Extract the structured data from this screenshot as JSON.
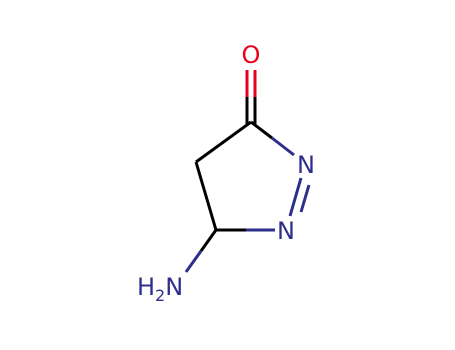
{
  "molecule": {
    "atoms": {
      "oxygen": {
        "element": "O"
      },
      "n_upper": {
        "element": "N"
      },
      "n_lower": {
        "element": "N"
      },
      "amino": {
        "main": "H",
        "sub": "2",
        "tail": "N"
      }
    },
    "colors": {
      "bond": "#000000",
      "oxygen": "#e8001c",
      "nitrogen": "#2e2e8c"
    }
  }
}
